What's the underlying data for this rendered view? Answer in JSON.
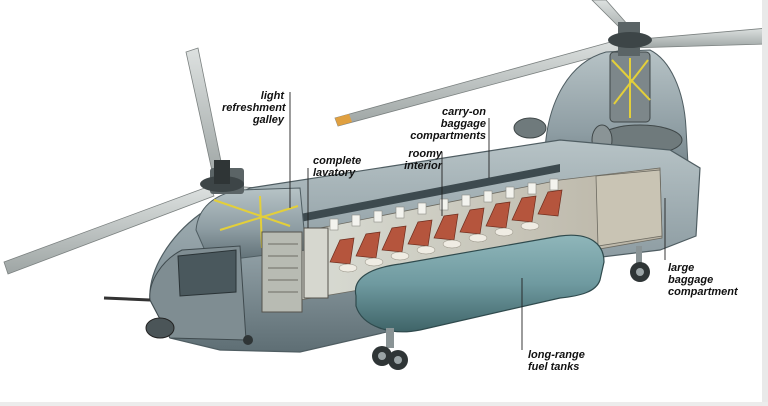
{
  "labels": {
    "galley": "light\nrefreshment\ngalley",
    "lavatory": "complete\nlavatory",
    "interior": "roomy\ninterior",
    "carryon": "carry-on\nbaggage\ncompartments",
    "baggage": "large\nbaggage\ncompartment",
    "fuel": "long-range\nfuel tanks"
  },
  "colors": {
    "fuselage": "#8e9da3",
    "fuselage_dark": "#5e6e74",
    "fuel_tank": "#6f9aa0",
    "seat": "#b5553d",
    "blade": "#c2c7c6",
    "blade_tip": "#e0a040",
    "wiring": "#e3cf3a"
  }
}
